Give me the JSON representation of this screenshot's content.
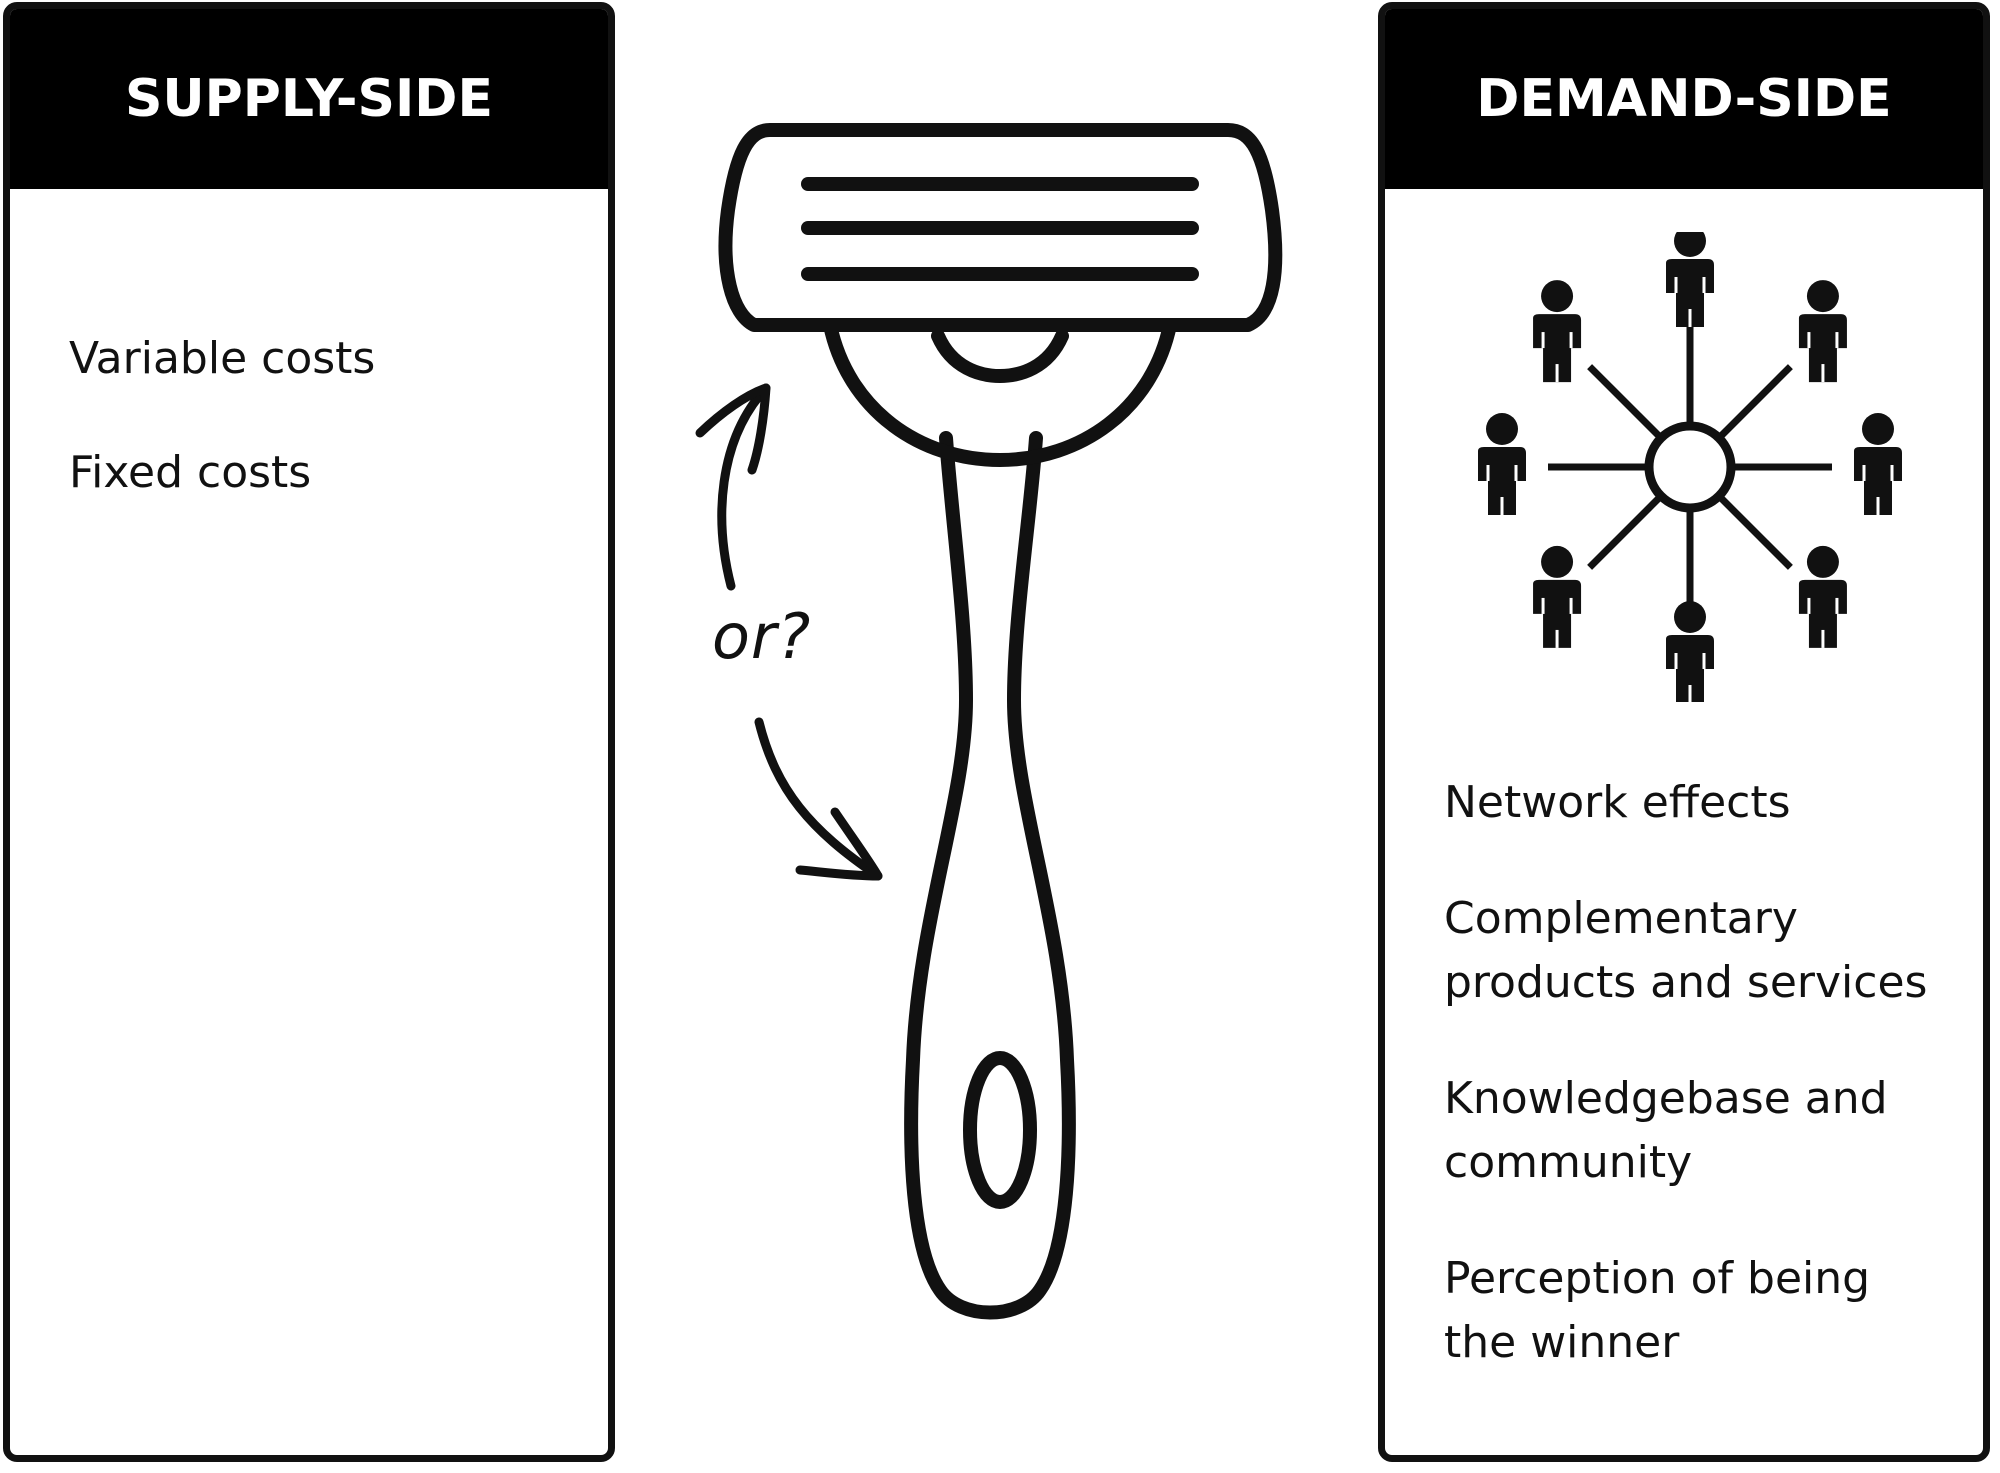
{
  "supply_side": {
    "title": "SUPPLY-SIDE",
    "items": [
      {
        "lines": [
          "Variable costs"
        ]
      },
      {
        "lines": [
          "Fixed costs"
        ]
      }
    ]
  },
  "demand_side": {
    "title": "DEMAND-SIDE",
    "items": [
      {
        "lines": [
          "Network effects"
        ]
      },
      {
        "lines": [
          "Complementary",
          "products and services"
        ]
      },
      {
        "lines": [
          "Knowledgebase and",
          "community"
        ]
      },
      {
        "lines": [
          "Perception of being",
          "the winner"
        ]
      }
    ]
  },
  "center": {
    "or_label": "or?",
    "razor_icon": "razor-icon",
    "arrow_up_icon": "curved-arrow-up-icon",
    "arrow_down_icon": "curved-arrow-down-icon"
  },
  "network": {
    "icon": "people-network-icon",
    "people_count": 8
  },
  "colors": {
    "ink": "#111111",
    "header_bg": "#000000",
    "header_text": "#ffffff"
  }
}
